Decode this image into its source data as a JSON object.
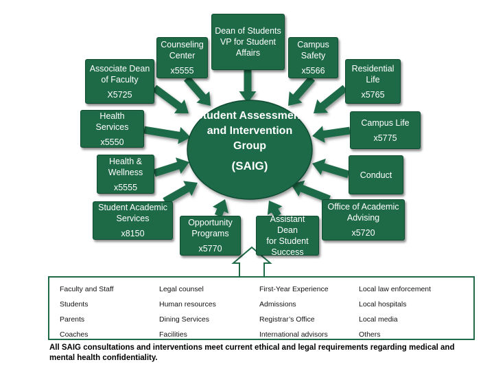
{
  "center": {
    "title": "Student Assessment and Intervention Group",
    "abbr": "(SAIG)"
  },
  "units": [
    {
      "id": "dean-of-students",
      "lines": [
        "Dean of Students",
        "VP for Student",
        "Affairs"
      ],
      "ext": ""
    },
    {
      "id": "counseling-center",
      "lines": [
        "Counseling",
        "Center"
      ],
      "ext": "x5555"
    },
    {
      "id": "campus-safety",
      "lines": [
        "Campus",
        "Safety"
      ],
      "ext": "x5566"
    },
    {
      "id": "associate-dean-of-faculty",
      "lines": [
        "Associate Dean",
        "of Faculty"
      ],
      "ext": "X5725"
    },
    {
      "id": "residential-life",
      "lines": [
        "Residential",
        "Life"
      ],
      "ext": "x5765"
    },
    {
      "id": "health-services",
      "lines": [
        "Health",
        "Services"
      ],
      "ext": "x5550"
    },
    {
      "id": "campus-life",
      "lines": [
        "Campus Life"
      ],
      "ext": "x5775"
    },
    {
      "id": "health-wellness",
      "lines": [
        "Health &",
        "Wellness"
      ],
      "ext": "x5555"
    },
    {
      "id": "conduct",
      "lines": [
        "Conduct"
      ],
      "ext": ""
    },
    {
      "id": "student-academic-services",
      "lines": [
        "Student Academic",
        "Services"
      ],
      "ext": "x8150"
    },
    {
      "id": "office-of-academic-advising",
      "lines": [
        "Office of Academic",
        "Advising"
      ],
      "ext": "x5720"
    },
    {
      "id": "opportunity-programs",
      "lines": [
        "Opportunity",
        "Programs"
      ],
      "ext": "x5770"
    },
    {
      "id": "assistant-dean-student-success",
      "lines": [
        "Assistant Dean",
        "for Student",
        "Success"
      ],
      "ext": ""
    }
  ],
  "partners": [
    [
      "Faculty and Staff",
      "Students",
      "Parents",
      "Coaches"
    ],
    [
      "Legal counsel",
      "Human resources",
      "Dining Services",
      "Facilities"
    ],
    [
      "First-Year Experience",
      "Admissions",
      "Registrar’s  Office",
      "International advisors"
    ],
    [
      "Local law enforcement",
      "Local hospitals",
      "Local media",
      "Others"
    ]
  ],
  "footer_note": "All SAIG consultations and interventions meet current ethical and legal requirements regarding medical and mental health confidentiality.",
  "colors": {
    "primary": "#1e6a47",
    "border": "#0f4a30",
    "text_on_primary": "#ffffff"
  }
}
